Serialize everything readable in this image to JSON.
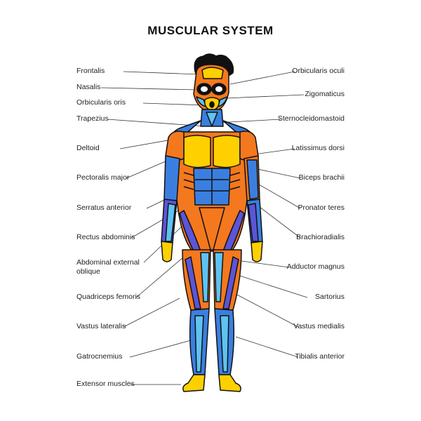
{
  "title": "MUSCULAR SYSTEM",
  "colors": {
    "orange": "#F4781E",
    "yellow": "#FFD000",
    "blue": "#3A7FE0",
    "light_blue": "#5EC3F0",
    "purple": "#5C55D6",
    "outline": "#111111"
  },
  "labels": {
    "left": [
      {
        "name": "Frontalis"
      },
      {
        "name": "Nasalis"
      },
      {
        "name": "Orbicularis oris"
      },
      {
        "name": "Trapezius"
      },
      {
        "name": "Deltoid"
      },
      {
        "name": "Pectoralis major"
      },
      {
        "name": "Serratus anterior"
      },
      {
        "name": "Rectus abdominis"
      },
      {
        "name": "Abdominal external oblique"
      },
      {
        "name": "Quadriceps femoris"
      },
      {
        "name": "Vastus lateralis"
      },
      {
        "name": "Gatrocnemius"
      },
      {
        "name": "Extensor muscles"
      }
    ],
    "right": [
      {
        "name": "Orbicularis oculi"
      },
      {
        "name": "Zigomaticus"
      },
      {
        "name": "Sternocleidomastoid"
      },
      {
        "name": "Latissimus dorsi"
      },
      {
        "name": "Biceps brachii"
      },
      {
        "name": "Pronator teres"
      },
      {
        "name": "Brachioradialis"
      },
      {
        "name": "Adductor magnus"
      },
      {
        "name": "Sartorius"
      },
      {
        "name": "Vastus medialis"
      },
      {
        "name": "Tibialis anterior"
      }
    ]
  }
}
